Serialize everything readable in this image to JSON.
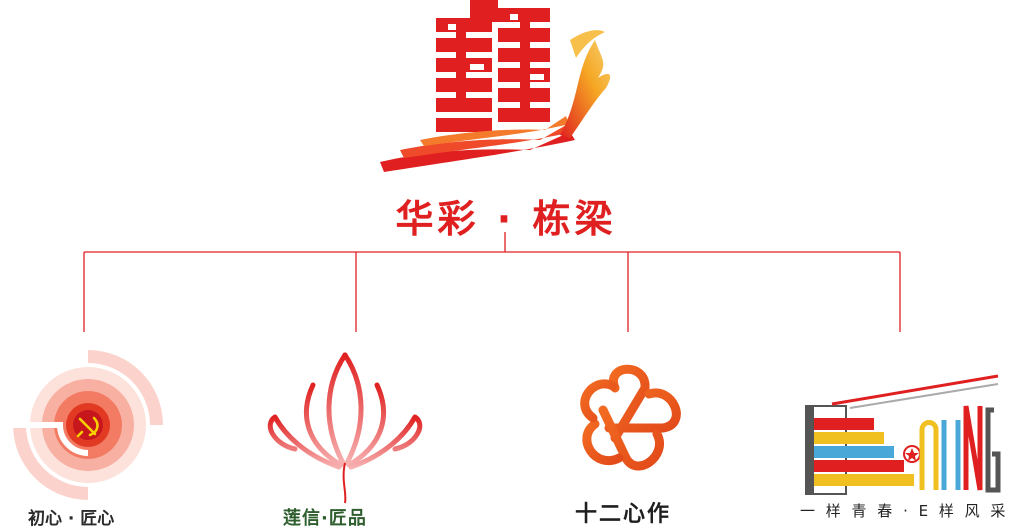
{
  "title": "华彩 · 栋梁",
  "colors": {
    "primary_red": "#e02020",
    "orange": "#f0a030",
    "connector": "#e02020"
  },
  "branches": [
    {
      "label": "初心 · 匠心",
      "logo": "red-concentric-circle-emblem-icon"
    },
    {
      "label": "莲信·匠品",
      "logo": "red-lotus-icon"
    },
    {
      "label": "十二心作",
      "logo": "orange-knot-flower-icon"
    },
    {
      "label": "一 样 青 春 · E 样 风 采",
      "logo": "eyoung-building-icon"
    }
  ]
}
